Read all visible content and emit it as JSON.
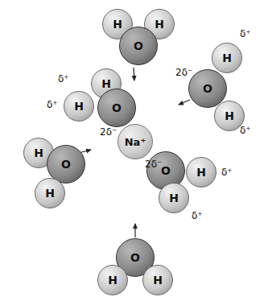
{
  "diagram": {
    "nodes": [
      {
        "text": [
          "H"
        ]
      },
      {
        "text": [
          "H"
        ]
      },
      {
        "text": [
          "O"
        ]
      },
      {
        "text": [
          "H"
        ]
      },
      {
        "text": [
          "H"
        ]
      },
      {
        "text": [
          "O"
        ]
      },
      {
        "text": [
          "H"
        ]
      },
      {
        "text": [
          "O"
        ]
      },
      {
        "text": [
          "H"
        ]
      },
      {
        "text": [
          "Na⁺"
        ]
      },
      {
        "text": [
          "H"
        ]
      },
      {
        "text": [
          "O"
        ]
      },
      {
        "text": [
          "H"
        ]
      },
      {
        "text": [
          "O"
        ]
      },
      {
        "text": [
          "H"
        ]
      },
      {
        "text": [
          "H"
        ]
      },
      {
        "text": [
          "O"
        ]
      },
      {
        "text": [
          "H"
        ]
      },
      {
        "text": [
          "H"
        ]
      }
    ],
    "labels": [
      "δ⁺",
      "δ⁺",
      "2δ⁻",
      "δ⁺",
      "δ⁺",
      "2δ⁻",
      "2δ⁻",
      "δ⁺",
      "δ⁺"
    ]
  }
}
